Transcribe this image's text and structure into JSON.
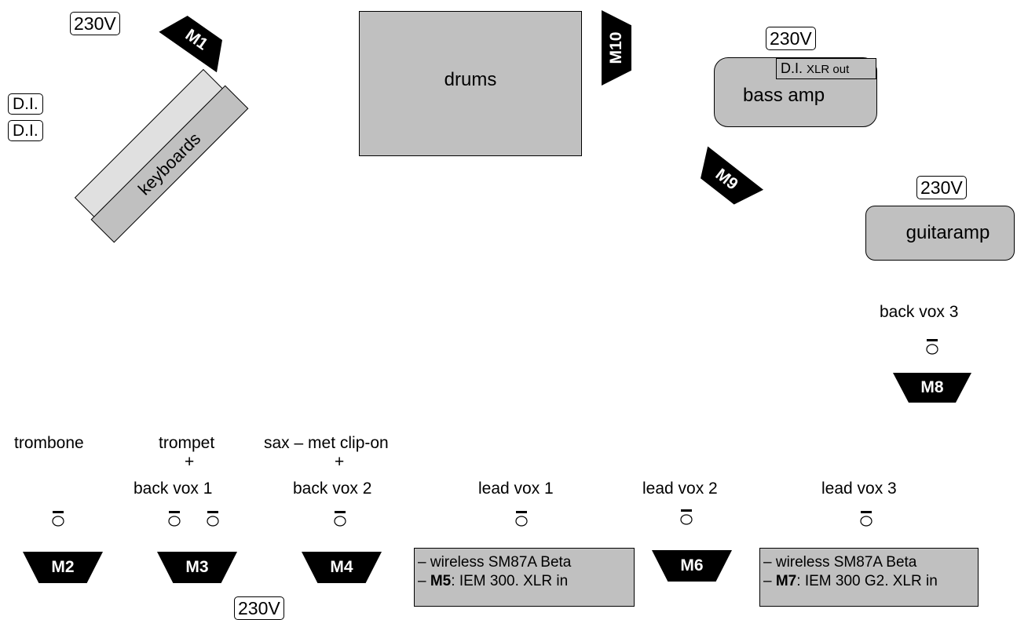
{
  "power_label": "230V",
  "di_label": "D.I.",
  "keyboards": "keyboards",
  "drums": "drums",
  "bass_amp": "bass amp",
  "bass_di": "D.I.",
  "bass_di_small": "XLR out",
  "guitar_amp": "guitaramp",
  "monitors": {
    "m1": "M1",
    "m2": "M2",
    "m3": "M3",
    "m4": "M4",
    "m6": "M6",
    "m8": "M8",
    "m9": "M9",
    "m10": "M10"
  },
  "positions": {
    "trombone": "trombone",
    "trompet": "trompet",
    "plus1": "+",
    "back_vox_1": "back vox 1",
    "sax": "sax – met clip-on",
    "plus2": "+",
    "back_vox_2": "back vox 2",
    "lead_vox_1": "lead vox 1",
    "lead_vox_2": "lead vox 2",
    "lead_vox_3": "lead vox 3",
    "back_vox_3": "back vox 3"
  },
  "info_box_1": {
    "line1": "– wireless SM87A Beta",
    "line2_prefix": "– ",
    "line2_bold": "M5",
    "line2_rest": ": IEM 300. XLR in"
  },
  "info_box_2": {
    "line1": "– wireless SM87A Beta",
    "line2_prefix": "– ",
    "line2_bold": "M7",
    "line2_rest": ": IEM 300 G2. XLR in"
  },
  "colors": {
    "instrument_fill": "#c0c0c0",
    "keyboard_light": "#e0e0e0",
    "monitor_fill": "#000000",
    "monitor_text": "#ffffff"
  },
  "icons": {
    "mic": "microphone-stand-icon",
    "monitor": "wedge-monitor-icon"
  }
}
